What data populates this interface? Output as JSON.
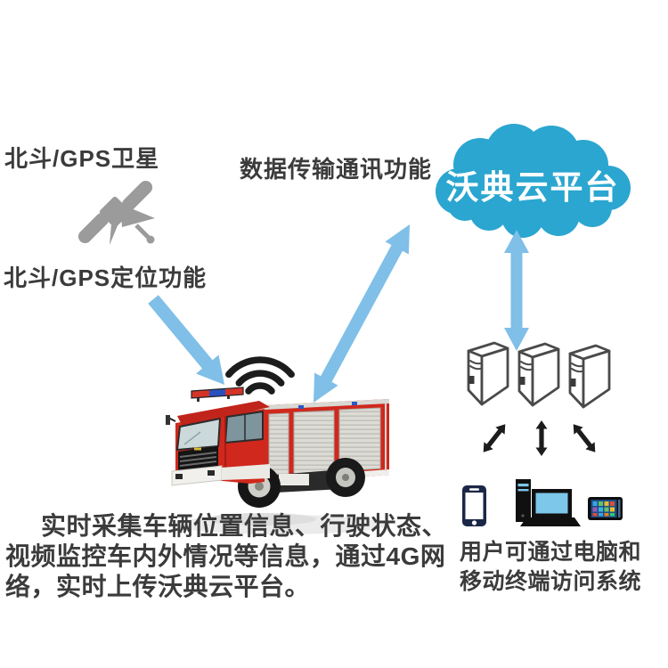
{
  "diagram": {
    "satellite_label": "北斗/GPS卫星",
    "positioning_label": "北斗/GPS定位功能",
    "transmission_label": "数据传输通讯功能",
    "cloud_label": "沃典云平台",
    "bottom_left_text": {
      "line1": "实时采集车辆位置信息、行驶状态、",
      "line2": "视频监控车内外情况等信息，通过4G网",
      "line3": "络，实时上传沃典云平台。"
    },
    "bottom_right_text": {
      "line1": "用户可通过电脑和",
      "line2": "移动终端访问系统"
    },
    "icons": {
      "satellite": "satellite-icon",
      "wifi": "wifi-signal-icon",
      "cloud": "cloud-shape",
      "servers": "server-towers-icon",
      "phone": "smartphone-icon",
      "desktop": "desktop-computer-icon",
      "tablet": "tablet-icon",
      "truck": "fire-truck-image"
    },
    "colors": {
      "cloud_blue": "#2aa6d0",
      "arrow_blue": "#7fbfe8",
      "text_dark": "#3b3b3b",
      "truck_red": "#d0281c",
      "icon_gray": "#9b9b9b",
      "ink_black": "#1c1c1c",
      "screen_blue": "#7cc7ea"
    }
  }
}
